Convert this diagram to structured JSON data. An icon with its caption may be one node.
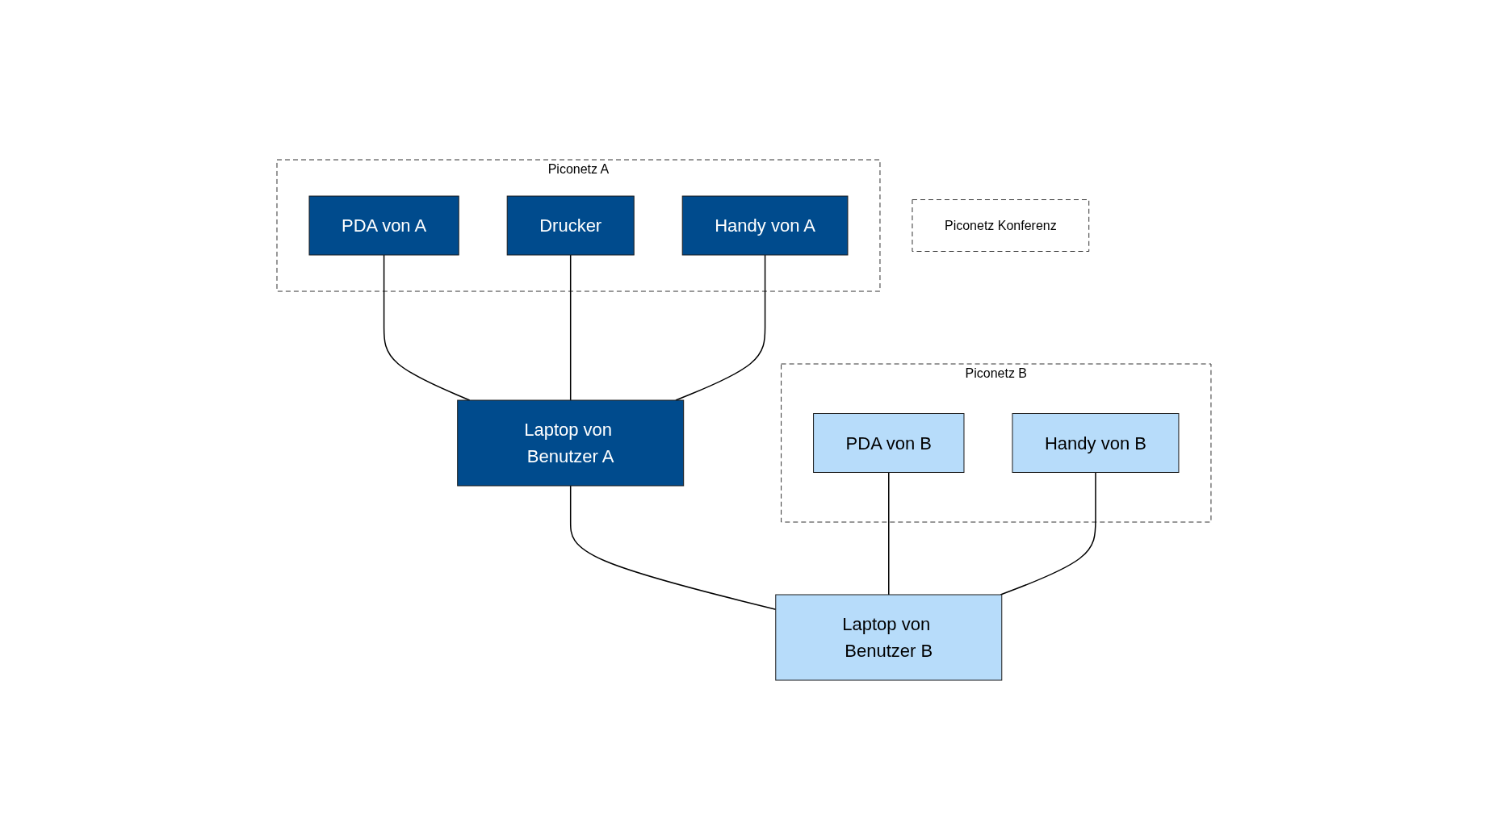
{
  "diagram": {
    "nodes": [
      {
        "text": [
          "Piconetz A"
        ]
      },
      {
        "text": [
          "Drucker"
        ],
        "in": 0
      },
      {
        "text": [
          "PDA von A"
        ],
        "in": 0
      },
      {
        "text": [
          "Handy von A"
        ],
        "in": 0
      },
      {
        "text": [
          "Piconetz B"
        ]
      },
      {
        "text": [
          "PDA von B"
        ],
        "in": 4
      },
      {
        "text": [
          "Handy von B"
        ],
        "in": 4
      },
      {
        "text": [
          "Piconetz Konferenz"
        ]
      },
      {
        "text": [
          "Laptop von Benutzer A"
        ]
      },
      {
        "text": [
          "Laptop von Benutzer B"
        ]
      }
    ],
    "edges": [
      {
        "from": 2,
        "to": 8,
        "arrow": "none"
      },
      {
        "from": 1,
        "to": 8,
        "arrow": "none"
      },
      {
        "from": 3,
        "to": 8,
        "arrow": "none"
      },
      {
        "from": 8,
        "to": 9,
        "arrow": "none"
      },
      {
        "from": 5,
        "to": 9,
        "arrow": "none"
      },
      {
        "from": 6,
        "to": 9,
        "arrow": "none"
      }
    ]
  }
}
